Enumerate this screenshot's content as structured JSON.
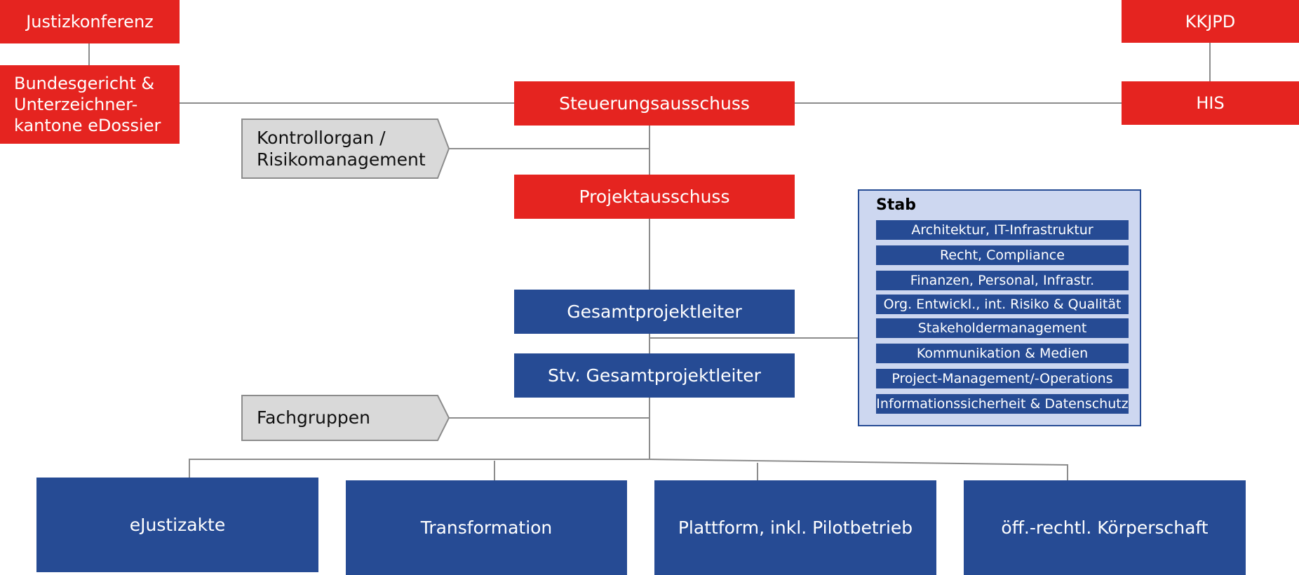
{
  "colors": {
    "red": "#e52420",
    "blue": "#264b94",
    "grey": "#d9d9d9",
    "stab_bg": "#cdd7f0",
    "line": "#8c8c8c"
  },
  "nodes": {
    "justizkonferenz": "Justizkonferenz",
    "bundesgericht": [
      "Bundesgericht &",
      "Unterzeichner-",
      "kantone eDossier"
    ],
    "kkjpd": "KKJPD",
    "his": "HIS",
    "steuerungsausschuss": "Steuerungsausschuss",
    "kontrollorgan": [
      "Kontrollorgan /",
      "Risikomanagement"
    ],
    "projektausschuss": "Projektausschuss",
    "gesamtprojektleiter": "Gesamtprojektleiter",
    "stv_gesamtprojektleiter": "Stv. Gesamtprojektleiter",
    "fachgruppen": "Fachgruppen"
  },
  "stab": {
    "title": "Stab",
    "items": [
      "Architektur, IT-Infrastruktur",
      "Recht, Compliance",
      "Finanzen, Personal, Infrastr.",
      "Org. Entwickl., int. Risiko & Qualität",
      "Stakeholdermanagement",
      "Kommunikation & Medien",
      "Project-Management/-Operations",
      "Informationssicherheit & Datenschutz"
    ]
  },
  "teilprojekte": [
    "eJustizakte",
    "Transformation",
    "Plattform, inkl. Pilotbetrieb",
    "öff.-rechtl. Körperschaft"
  ]
}
